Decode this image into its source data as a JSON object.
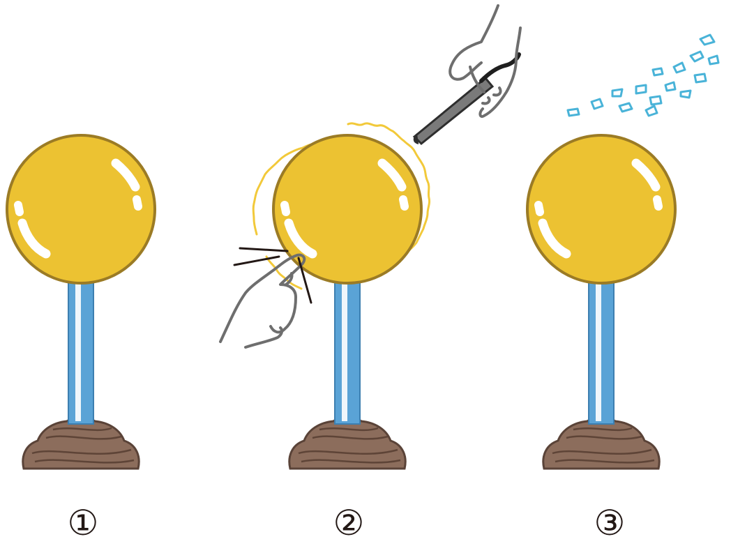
{
  "steps": [
    {
      "label": "①"
    },
    {
      "label": "②"
    },
    {
      "label": "③"
    }
  ],
  "icons": {
    "sphere": "metal-sphere-icon",
    "stand": "insulating-stand-icon",
    "finger": "finger-touch-icon",
    "rod": "charged-rod-icon",
    "scraps": "paper-scraps-icon"
  },
  "colors": {
    "sphere_fill": "#ecc232",
    "sphere_outline": "#9b7b25",
    "rod_blue": "#5aa3d6",
    "base_brown": "#8c6d5c",
    "charge_glow": "#f2c93a",
    "hand_line": "#6e6e6e",
    "scraps": "#49b3d8"
  }
}
